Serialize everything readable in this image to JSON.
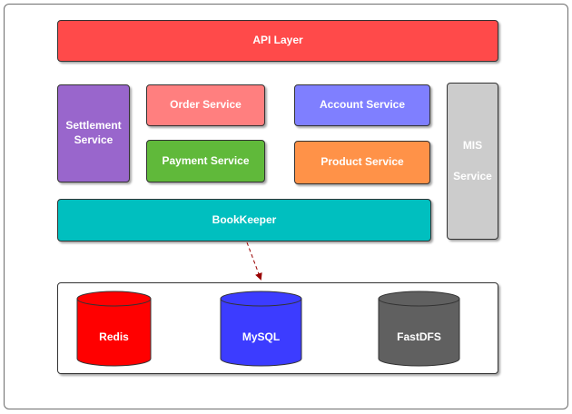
{
  "colors": {
    "api": "#ff4a4a",
    "settlement": "#9966cc",
    "order": "#ff7f7f",
    "payment": "#60b93a",
    "account": "#7f7fff",
    "product": "#ff9248",
    "mis": "#cccccc",
    "bookkeeper": "#00bfbf",
    "redis": "#ff0000",
    "mysql": "#3c3cff",
    "fastdfs": "#606060",
    "arrow": "#990000"
  },
  "diagram": {
    "api_layer": "API Layer",
    "settlement_line1": "Settlement",
    "settlement_line2": "Service",
    "order_service": "Order Service",
    "payment_service": "Payment Service",
    "account_service": "Account Service",
    "product_service": "Product Service",
    "mis_line1": "MIS",
    "mis_line2": "Service",
    "bookkeeper": "BookKeeper",
    "storage": [
      "Redis",
      "MySQL",
      "FastDFS"
    ]
  }
}
